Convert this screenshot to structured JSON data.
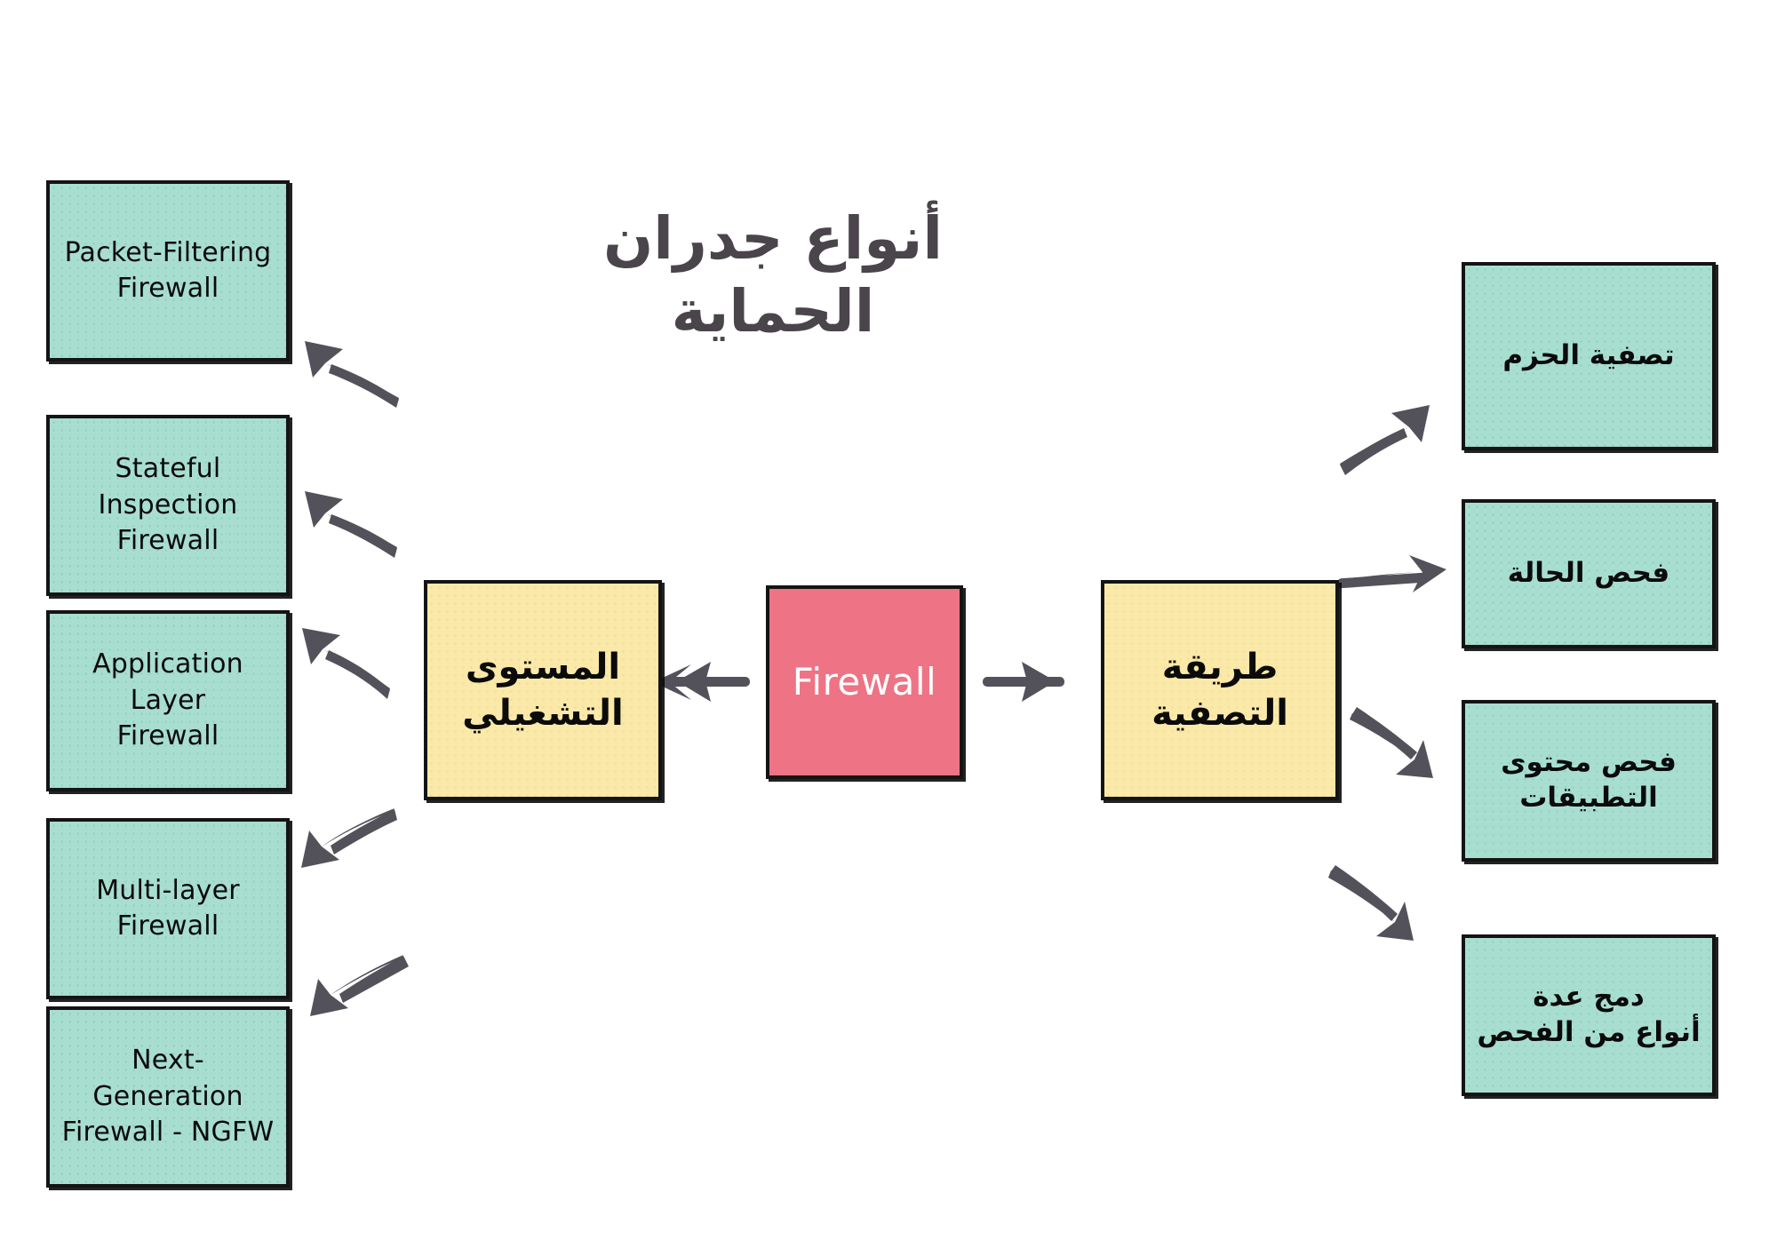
{
  "document": {
    "title": "أنواع جدران الحماية",
    "title_lines": [
      "أنواع جدران",
      "الحماية"
    ],
    "background_color": "#ffffff",
    "title_color": "#4a444b"
  },
  "palette": {
    "green": "#a8ded0",
    "yellow": "#fae9a8",
    "red": "#ed7385",
    "outline": "#141414",
    "arrow": "#53525a",
    "text_dark": "#0b0b0b",
    "text_light": "#ffffff"
  },
  "center": {
    "label": "Firewall",
    "color": "#ed7385"
  },
  "branches": [
    {
      "id": "operational-level",
      "label": "المستوى التشغيلي",
      "label_lines": [
        "المستوى",
        "التشغيلي"
      ],
      "color": "#fae9a8",
      "side": "left",
      "children": [
        {
          "label": "Packet-Filtering Firewall",
          "lines": [
            "Packet-Filtering",
            "Firewall"
          ]
        },
        {
          "label": "Stateful Inspection Firewall",
          "lines": [
            "Stateful Inspection",
            "Firewall"
          ]
        },
        {
          "label": "Application Layer Firewall",
          "lines": [
            "Application Layer",
            "Firewall"
          ]
        },
        {
          "label": "Multi-layer Firewall",
          "lines": [
            "Multi-layer",
            "Firewall"
          ]
        },
        {
          "label": "Next-Generation Firewall - NGFW",
          "lines": [
            "Next-Generation",
            "Firewall - NGFW"
          ]
        }
      ]
    },
    {
      "id": "filtering-method",
      "label": "طريقة التصفية",
      "label_lines": [
        "طريقة",
        "التصفية"
      ],
      "color": "#fae9a8",
      "side": "right",
      "children": [
        {
          "label": "تصفية الحزم",
          "lines": [
            "تصفية الحزم"
          ]
        },
        {
          "label": "فحص الحالة",
          "lines": [
            "فحص الحالة"
          ]
        },
        {
          "label": "فحص محتوى التطبيقات",
          "lines": [
            "فحص محتوى",
            "التطبيقات"
          ]
        },
        {
          "label": "دمج عدة أنواع من الفحص",
          "lines": [
            "دمج عدة",
            "أنواع من الفحص"
          ]
        }
      ]
    }
  ],
  "connectors": [
    {
      "from": "operational-level",
      "to": "Packet-Filtering Firewall",
      "direction": "up-left"
    },
    {
      "from": "operational-level",
      "to": "Stateful Inspection Firewall",
      "direction": "up-left"
    },
    {
      "from": "operational-level",
      "to": "Application Layer Firewall",
      "direction": "up-left"
    },
    {
      "from": "operational-level",
      "to": "Multi-layer Firewall",
      "direction": "down-left"
    },
    {
      "from": "operational-level",
      "to": "Next-Generation Firewall - NGFW",
      "direction": "down-left"
    },
    {
      "from": "Firewall",
      "to": "operational-level",
      "direction": "left"
    },
    {
      "from": "Firewall",
      "to": "filtering-method",
      "direction": "right"
    },
    {
      "from": "filtering-method",
      "to": "تصفية الحزم",
      "direction": "up-right"
    },
    {
      "from": "filtering-method",
      "to": "فحص الحالة",
      "direction": "right"
    },
    {
      "from": "filtering-method",
      "to": "فحص محتوى التطبيقات",
      "direction": "down-right"
    },
    {
      "from": "filtering-method",
      "to": "دمج عدة أنواع من الفحص",
      "direction": "down-right"
    }
  ]
}
